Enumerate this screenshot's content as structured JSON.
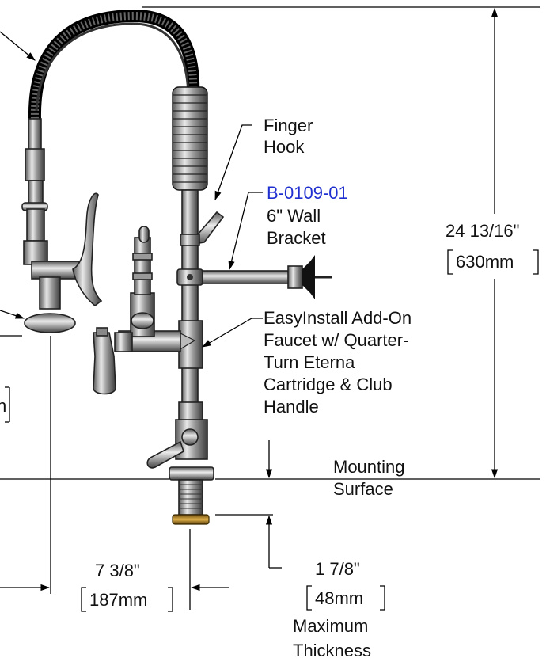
{
  "labels": {
    "finger_hook": [
      "Finger",
      "Hook"
    ],
    "bracket_part": "B-0109-01",
    "bracket_desc": [
      "6\" Wall",
      "Bracket"
    ],
    "height_imperial": "24 13/16\"",
    "height_metric": "630mm",
    "add_on": [
      "EasyInstall Add-On",
      "Faucet w/ Quarter-",
      "Turn Eterna",
      "Cartridge & Club",
      "Handle"
    ],
    "mounting_surface": [
      "Mounting",
      "Surface"
    ],
    "offset_imperial": "7 3/8\"",
    "offset_metric": "187mm",
    "thickness_imperial": "1 7/8\"",
    "thickness_metric": "48mm",
    "thickness_desc": [
      "Maximum",
      "Thickness"
    ],
    "left_fragment": "n"
  },
  "colors": {
    "part_link": "#1f2fd0",
    "line": "#000000"
  }
}
